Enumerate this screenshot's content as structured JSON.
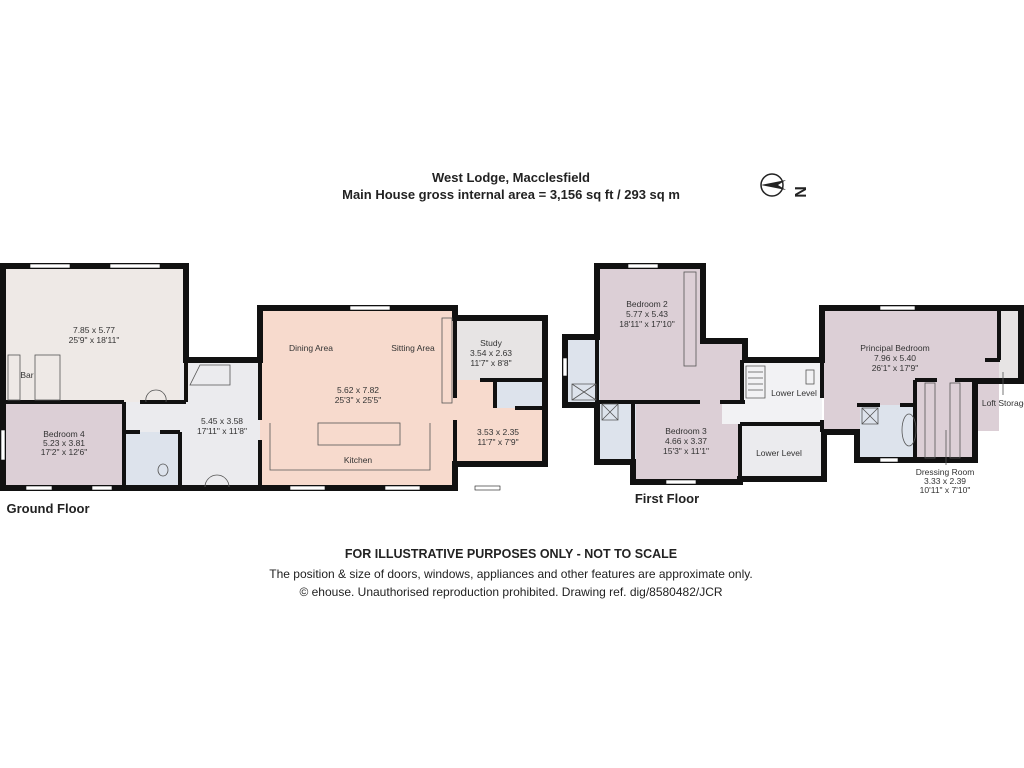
{
  "header": {
    "title": "West Lodge, Macclesfield",
    "subtitle": "Main House gross internal area = 3,156 sq ft / 293 sq m",
    "compass_icon": "north-arrow-icon",
    "compass_label": "N"
  },
  "ground_floor": {
    "label": "Ground Floor",
    "rooms": [
      {
        "name": "",
        "metric": "7.85 x 5.77",
        "imperial": "25'9\" x 18'11\""
      },
      {
        "name": "Bar"
      },
      {
        "name": "Bedroom 4",
        "metric": "5.23 x 3.81",
        "imperial": "17'2\" x 12'6\""
      },
      {
        "name": "",
        "metric": "5.45 x 3.58",
        "imperial": "17'11\" x 11'8\""
      },
      {
        "name": "Dining Area"
      },
      {
        "name": "Sitting Area"
      },
      {
        "name": "Kitchen",
        "metric": "5.62 x 7.82",
        "imperial": "25'3\" x 25'5\""
      },
      {
        "name": "Study",
        "metric": "3.54 x 2.63",
        "imperial": "11'7\" x 8'8\""
      },
      {
        "name": "",
        "metric": "3.53 x 2.35",
        "imperial": "11'7\" x 7'9\""
      }
    ]
  },
  "first_floor": {
    "label": "First Floor",
    "rooms": [
      {
        "name": "Bedroom 2",
        "metric": "5.77 x 5.43",
        "imperial": "18'11\" x 17'10\""
      },
      {
        "name": "Bedroom 3",
        "metric": "4.66 x 3.37",
        "imperial": "15'3\" x 11'1\""
      },
      {
        "name": "Lower Level"
      },
      {
        "name": "Lower Level"
      },
      {
        "name": "Principal Bedroom",
        "metric": "7.96 x 5.40",
        "imperial": "26'1\" x 17'9\""
      },
      {
        "name": "Dressing Room",
        "metric": "3.33 x 2.39",
        "imperial": "10'11\" x 7'10\""
      },
      {
        "name": "Loft Storage"
      }
    ]
  },
  "footer": {
    "disclaimer": "FOR ILLUSTRATIVE PURPOSES ONLY - NOT TO SCALE",
    "note": "The position & size of doors, windows, appliances and other features are approximate only.",
    "copyright": "© ehouse. Unauthorised reproduction prohibited. Drawing ref. dig/8580482/JCR"
  },
  "colors": {
    "living": "#eee9e6",
    "bedroom": "#dccfd6",
    "bathroom": "#dde3ec",
    "hall": "#ebebee",
    "kitchen": "#f7dacd",
    "study": "#e7e4e4",
    "walls": "#111111"
  }
}
